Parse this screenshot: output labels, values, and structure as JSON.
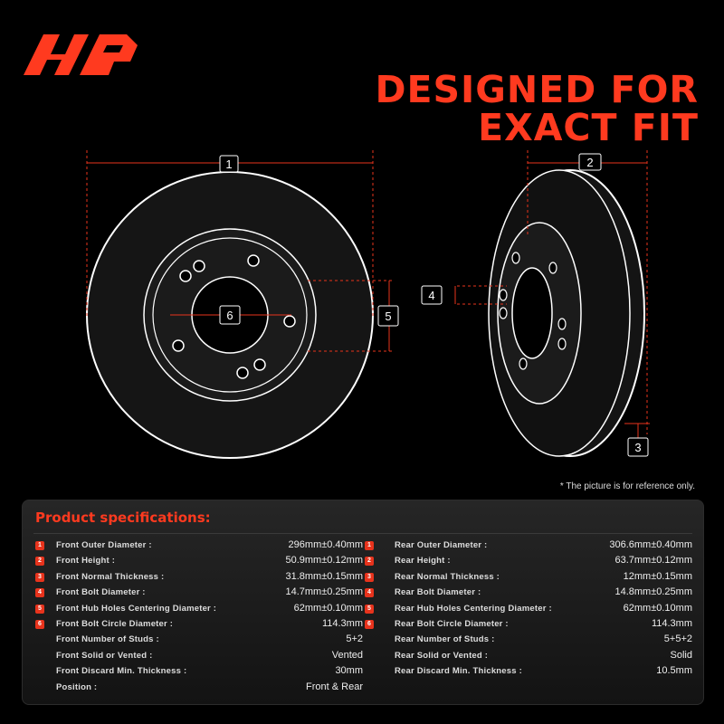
{
  "brand": {
    "logo_icon": "a-premium-logo",
    "accent_color": "#ff3a1f"
  },
  "headline": {
    "line1": "DESIGNED FOR",
    "line2": "EXACT FIT"
  },
  "callouts": [
    "1",
    "2",
    "3",
    "4",
    "5",
    "6"
  ],
  "note": "* The picture is for reference only.",
  "specs": {
    "title": "Product specifications:",
    "front": [
      {
        "badge": "1",
        "label": "Front Outer Diameter :",
        "value": "296mm±0.40mm"
      },
      {
        "badge": "2",
        "label": "Front Height :",
        "value": "50.9mm±0.12mm"
      },
      {
        "badge": "3",
        "label": "Front Normal Thickness :",
        "value": "31.8mm±0.15mm"
      },
      {
        "badge": "4",
        "label": "Front Bolt Diameter :",
        "value": "14.7mm±0.25mm"
      },
      {
        "badge": "5",
        "label": "Front Hub Holes Centering Diameter :",
        "value": "62mm±0.10mm"
      },
      {
        "badge": "6",
        "label": "Front Bolt Circle Diameter :",
        "value": "114.3mm"
      },
      {
        "badge": "",
        "label": "Front Number of Studs :",
        "value": "5+2"
      },
      {
        "badge": "",
        "label": "Front Solid or Vented :",
        "value": "Vented"
      },
      {
        "badge": "",
        "label": "Front Discard Min. Thickness :",
        "value": "30mm"
      },
      {
        "badge": "",
        "label": "Position :",
        "value": "Front & Rear"
      }
    ],
    "rear": [
      {
        "badge": "1",
        "label": "Rear Outer Diameter :",
        "value": "306.6mm±0.40mm"
      },
      {
        "badge": "2",
        "label": "Rear Height :",
        "value": "63.7mm±0.12mm"
      },
      {
        "badge": "3",
        "label": "Rear Normal Thickness :",
        "value": "12mm±0.15mm"
      },
      {
        "badge": "4",
        "label": "Rear Bolt Diameter :",
        "value": "14.8mm±0.25mm"
      },
      {
        "badge": "5",
        "label": "Rear Hub Holes Centering Diameter :",
        "value": "62mm±0.10mm"
      },
      {
        "badge": "6",
        "label": "Rear Bolt Circle Diameter :",
        "value": "114.3mm"
      },
      {
        "badge": "",
        "label": "Rear Number of Studs :",
        "value": "5+5+2"
      },
      {
        "badge": "",
        "label": "Rear Solid or Vented :",
        "value": "Solid"
      },
      {
        "badge": "",
        "label": "Rear Discard Min. Thickness :",
        "value": "10.5mm"
      }
    ]
  }
}
